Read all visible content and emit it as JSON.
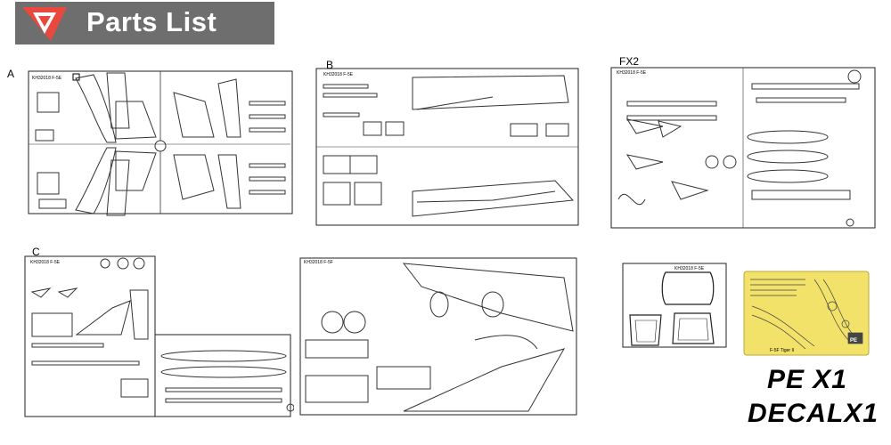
{
  "header": {
    "title": "Parts List",
    "bg_color": "#6e6e6e",
    "logo_color": "#e8483d",
    "logo_icon": "brand-logo-icon"
  },
  "sprues": {
    "a": {
      "label": "A",
      "code": "KH32018 F-5E"
    },
    "b": {
      "label": "B",
      "code": "KH32018 F-5E"
    },
    "fx2": {
      "label": "FX2",
      "code": "KH32018 F-5E"
    },
    "c": {
      "label": "C",
      "code": "KH32018 F-5E"
    },
    "f": {
      "code": "KH32018 F-5F"
    },
    "clear": {
      "code": "KH32018 F-5E"
    },
    "pe": {
      "code": "PE",
      "color": "#f2e26a",
      "caption": "F-5F Tiger II"
    }
  },
  "footer": {
    "pe_text": "PE X1",
    "decal_text": "DECALX1"
  }
}
